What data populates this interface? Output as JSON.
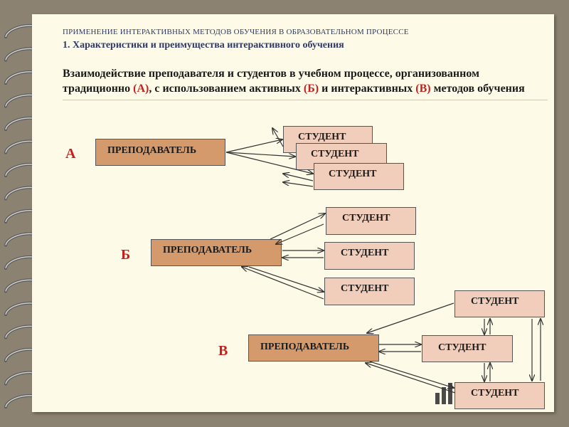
{
  "header": {
    "subtitle": "ПРИМЕНЕНИЕ ИНТЕРАКТИВНЫХ МЕТОДОВ ОБУЧЕНИЯ В ОБРАЗОВАТЕЛЬНОМ ПРОЦЕССЕ",
    "section": "1. Характеристики и преимущества интерактивного обучения"
  },
  "heading": {
    "part1": "Взаимодействие преподавателя и студентов в учебном процессе, организованном традиционно ",
    "a": "(А)",
    "part2": ", с использованием активных ",
    "b": "(Б)",
    "part3": " и интерактивных ",
    "c": "(В)",
    "part4": " методов обучения"
  },
  "diagram": {
    "labels": {
      "a": "А",
      "b": "Б",
      "c": "В"
    },
    "teacher": "ПРЕПОДАВАТЕЛЬ",
    "student": "СТУДЕНТ"
  },
  "colors": {
    "teacher": "#d59a6c",
    "student": "#f1cdbb",
    "highlight": "#c81e1e"
  }
}
